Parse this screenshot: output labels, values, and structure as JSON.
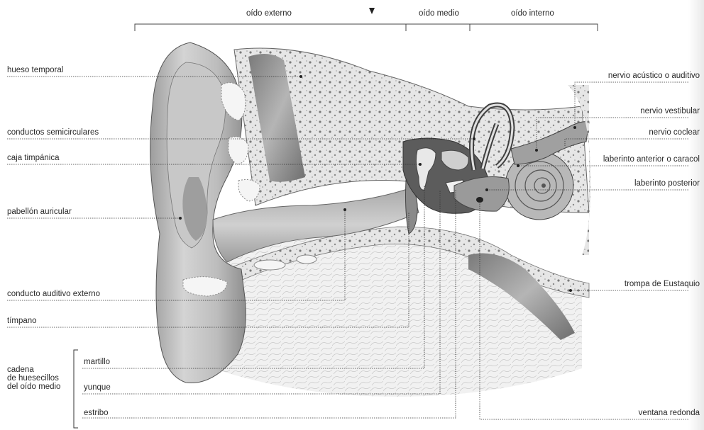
{
  "sections": {
    "outer": "oído externo",
    "middle": "oído medio",
    "inner": "oído interno"
  },
  "labels_left": {
    "hueso_temporal": "hueso temporal",
    "conductos_semicirculares": "conductos semicirculares",
    "caja_timpanica": "caja timpánica",
    "pabellon_auricular": "pabellón auricular",
    "conducto_auditivo_externo": "conducto auditivo externo",
    "timpano": "tímpano"
  },
  "ossicle_group": {
    "title": "cadena\nde huesecillos\ndel oído medio",
    "martillo": "martillo",
    "yunque": "yunque",
    "estribo": "estribo"
  },
  "labels_right": {
    "nervio_acustico": "nervio acústico o auditivo",
    "nervio_vestibular": "nervio vestibular",
    "nervio_coclear": "nervio coclear",
    "laberinto_anterior": "laberinto anterior o caracol",
    "laberinto_posterior": "laberinto posterior",
    "trompa_eustaquio": "trompa de Eustaquio",
    "ventana_redonda": "ventana redonda"
  }
}
